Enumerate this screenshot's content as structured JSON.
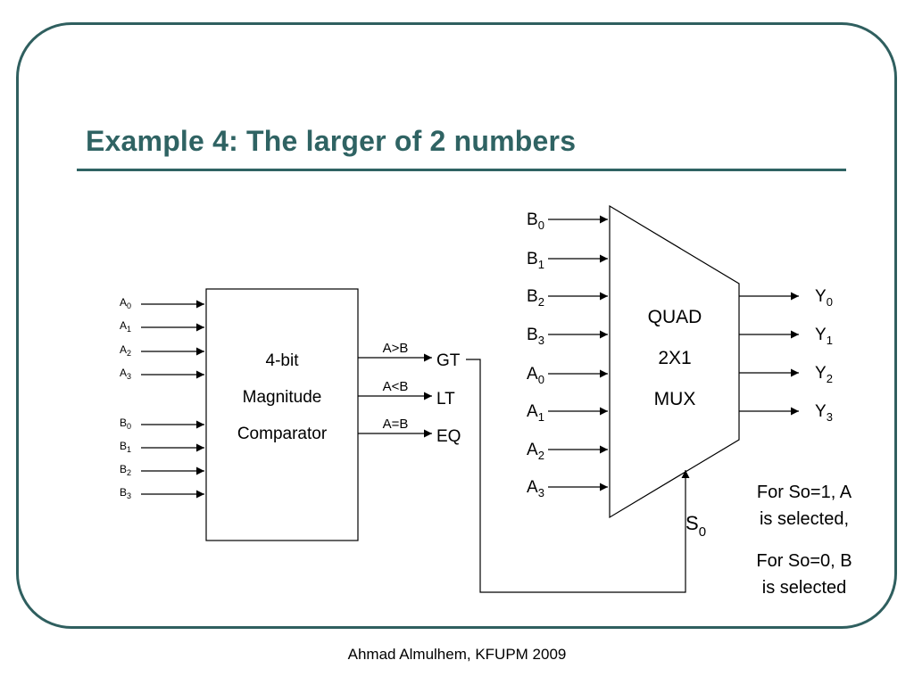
{
  "title": "Example 4: The larger of 2 numbers",
  "footer": "Ahmad Almulhem, KFUPM 2009",
  "comparator": {
    "label_lines": [
      "4-bit",
      "Magnitude",
      "Comparator"
    ],
    "inputs": [
      {
        "base": "A",
        "sub": "0"
      },
      {
        "base": "A",
        "sub": "1"
      },
      {
        "base": "A",
        "sub": "2"
      },
      {
        "base": "A",
        "sub": "3"
      },
      {
        "base": "B",
        "sub": "0"
      },
      {
        "base": "B",
        "sub": "1"
      },
      {
        "base": "B",
        "sub": "2"
      },
      {
        "base": "B",
        "sub": "3"
      }
    ],
    "outputs": [
      {
        "name": "GT",
        "condition": "A>B"
      },
      {
        "name": "LT",
        "condition": "A<B"
      },
      {
        "name": "EQ",
        "condition": "A=B"
      }
    ]
  },
  "mux": {
    "label_lines": [
      "QUAD",
      "2X1",
      "MUX"
    ],
    "inputs": [
      {
        "base": "B",
        "sub": "0"
      },
      {
        "base": "B",
        "sub": "1"
      },
      {
        "base": "B",
        "sub": "2"
      },
      {
        "base": "B",
        "sub": "3"
      },
      {
        "base": "A",
        "sub": "0"
      },
      {
        "base": "A",
        "sub": "1"
      },
      {
        "base": "A",
        "sub": "2"
      },
      {
        "base": "A",
        "sub": "3"
      }
    ],
    "outputs": [
      {
        "base": "Y",
        "sub": "0"
      },
      {
        "base": "Y",
        "sub": "1"
      },
      {
        "base": "Y",
        "sub": "2"
      },
      {
        "base": "Y",
        "sub": "3"
      }
    ],
    "select": {
      "base": "S",
      "sub": "0"
    }
  },
  "notes": [
    {
      "line1": "For So=1, A",
      "line2": "is selected,"
    },
    {
      "line1": "For So=0, B",
      "line2": "is selected"
    }
  ]
}
